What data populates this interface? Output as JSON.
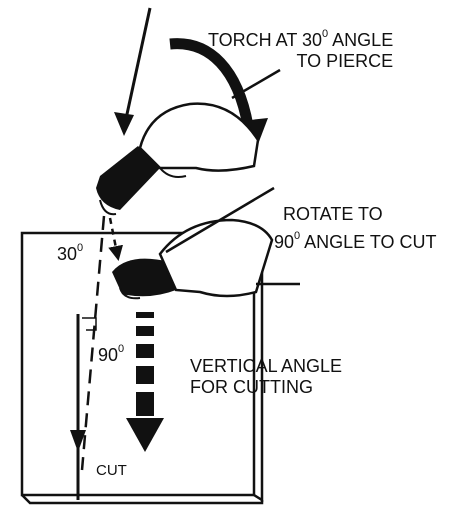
{
  "labels": {
    "torch_at_30_line1_pre": "TORCH AT 30",
    "torch_at_30_line1_post": " ANGLE",
    "torch_at_30_line2": "TO PIERCE",
    "rotate_line1": "ROTATE TO",
    "rotate_line2_pre": "90",
    "rotate_line2_post": " ANGLE TO CUT",
    "angle_30": "30",
    "angle_90": "90",
    "degree_mark": "0",
    "vertical_line1": "VERTICAL ANGLE",
    "vertical_line2": "FOR CUTTING",
    "cut": "CUT"
  },
  "colors": {
    "ink": "#111111",
    "paper": "#ffffff"
  }
}
